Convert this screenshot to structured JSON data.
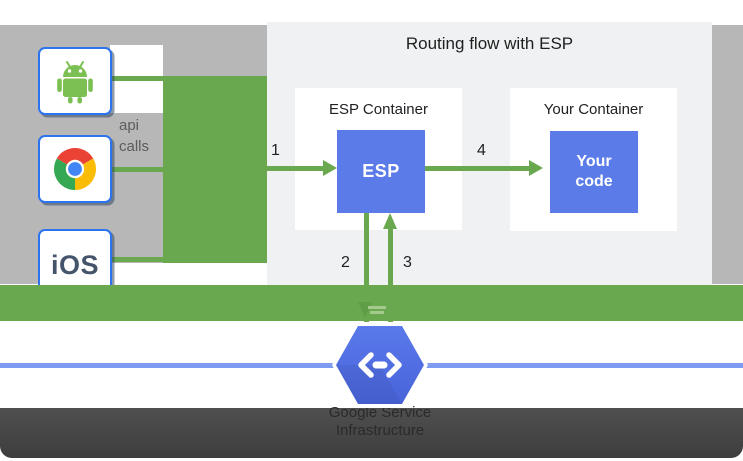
{
  "diagram": {
    "panel_title": "Routing flow with ESP",
    "clients": [
      {
        "name": "android",
        "icon": "android-robot-icon"
      },
      {
        "name": "chrome",
        "icon": "chrome-logo-icon"
      },
      {
        "name": "ios",
        "label": "iOS"
      }
    ],
    "client_annotation": {
      "line1": "api",
      "line2": "calls"
    },
    "containers": [
      {
        "title": "ESP Container",
        "box_label": "ESP"
      },
      {
        "title": "Your Container",
        "box_label": "Your code"
      }
    ],
    "flow_steps": [
      "1",
      "2",
      "3",
      "4"
    ],
    "service": {
      "icon": "cloud-endpoints-hexagon-icon",
      "line1": "Google Service",
      "line2": "Infrastructure"
    },
    "colors": {
      "arrow_green": "#6aa84f",
      "box_blue": "#5b7ce8",
      "hexagon_blue": "#4f6ee2",
      "network_line_blue": "#7e9bf1",
      "backdrop_gray": "#b7b7b7",
      "panel_gray": "#eff1f2",
      "footer_dark": "#414141",
      "client_border_blue": "#2c74ee"
    }
  }
}
